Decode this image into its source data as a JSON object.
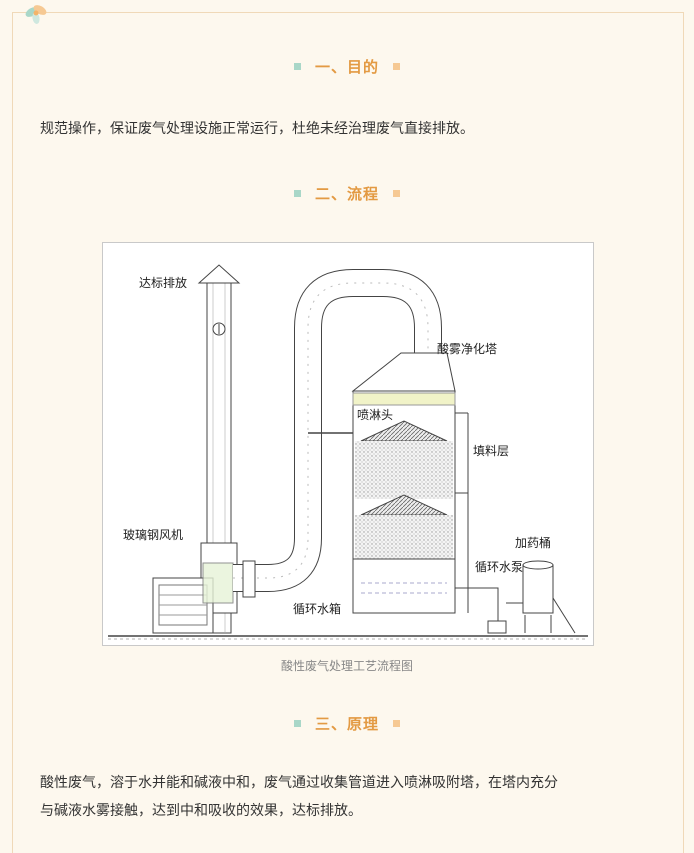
{
  "sections": [
    {
      "title": "一、目的",
      "body": "规范操作，保证废气处理设施正常运行，杜绝未经治理废气直接排放。"
    },
    {
      "title": "二、流程"
    },
    {
      "title": "三、原理",
      "body_line1": "酸性废气，溶于水并能和碱液中和，废气通过收集管道进入喷淋吸附塔，在塔内充分",
      "body_line2": "与碱液水雾接触，达到中和吸收的效果，达标排放。"
    }
  ],
  "figure": {
    "caption": "酸性废气处理工艺流程图",
    "labels": {
      "exhaust": "达标排放",
      "tower": "酸雾净化塔",
      "nozzle": "喷淋头",
      "packing": "填料层",
      "fan": "玻璃钢风机",
      "dosing": "加药桶",
      "pump": "循环水泵",
      "tank": "循环水箱"
    }
  },
  "colors": {
    "accent": "#e39a43",
    "square_left": "#a9d7c8",
    "square_right": "#f6c993"
  }
}
